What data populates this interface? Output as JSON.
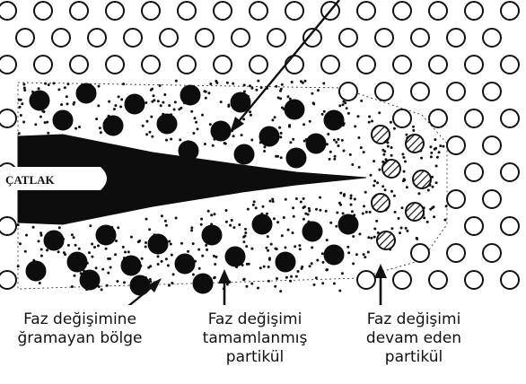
{
  "diagram": {
    "crack_label": "ÇATLAK",
    "colors": {
      "stroke": "#111111",
      "fill_dark": "#0d0d0d",
      "background": "#ffffff"
    }
  },
  "labels": {
    "untransformed": [
      "Faz değişimine",
      "ğramayan bölge"
    ],
    "transformed": [
      "Faz değişimi",
      "tamamlanmış",
      "partikül"
    ],
    "transforming": [
      "Faz değişimi",
      "devam eden",
      "partikül"
    ]
  }
}
